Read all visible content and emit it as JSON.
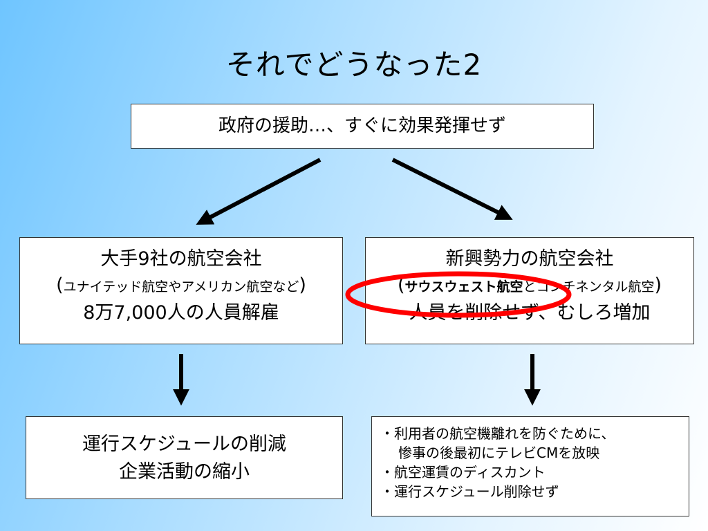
{
  "title": "それでどうなった2",
  "top_box": {
    "text": "政府の援助…、すぐに効果発揮せず"
  },
  "left_box": {
    "line1": "大手9社の航空会社",
    "paren_open": "(",
    "line2": "ユナイテッド航空やアメリカン航空など",
    "paren_close": ")",
    "line3": "8万7,000人の人員解雇"
  },
  "right_box": {
    "line1": "新興勢力の航空会社",
    "paren_open": "(",
    "line2_bold": "サウスウェスト航空",
    "line2_rest": "とコンチネンタル航空",
    "paren_close": ")",
    "line3": "人員を削除せず、むしろ増加"
  },
  "bottom_left_box": {
    "line1": "運行スケジュールの削減",
    "line2": "企業活動の縮小"
  },
  "bottom_right_box": {
    "items": [
      "・利用者の航空機離れを防ぐために、",
      "惨事の後最初にテレビCMを放映",
      "・航空運賃のディスカント",
      "・運行スケジュール削除せず"
    ]
  },
  "colors": {
    "highlight_ring": "#ff0000",
    "arrow": "#000000"
  }
}
